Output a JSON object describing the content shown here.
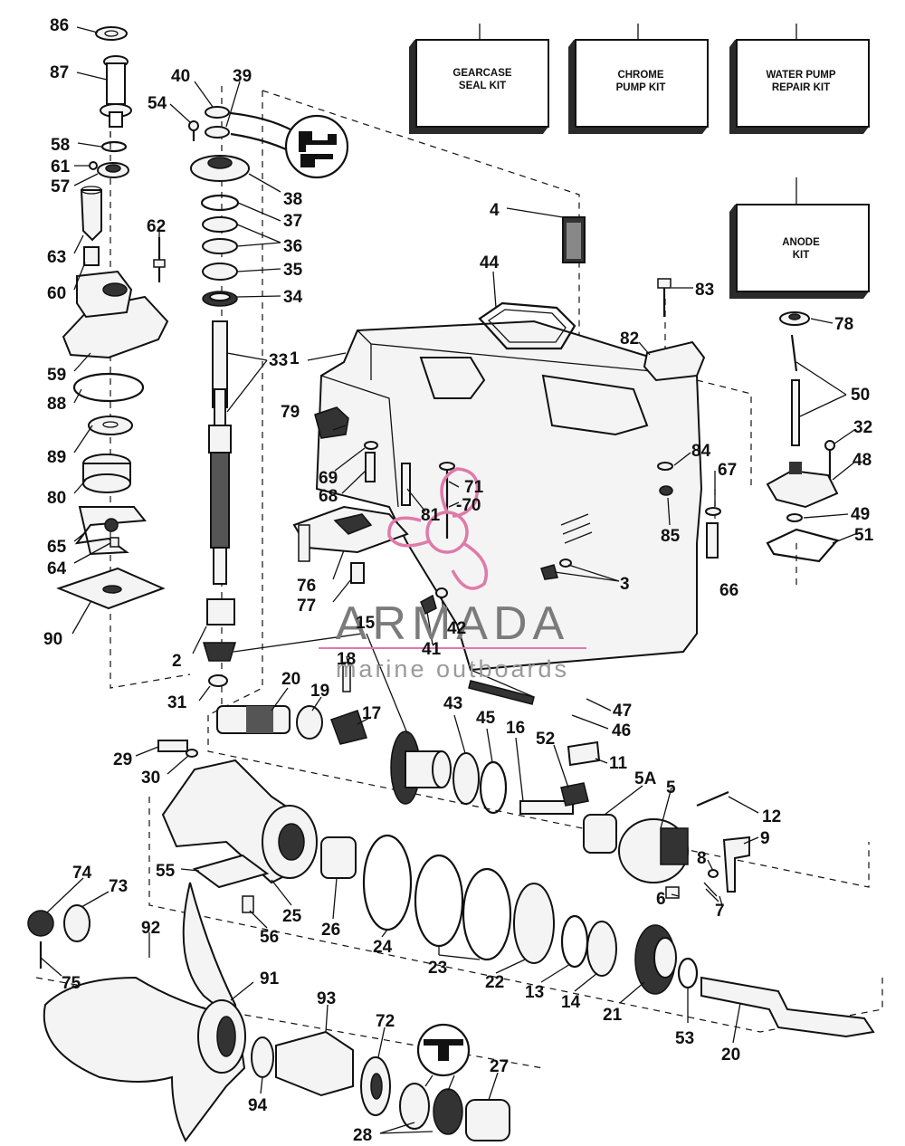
{
  "kits": [
    {
      "id": "97",
      "line1": "GEARCASE",
      "line2": "SEAL KIT"
    },
    {
      "id": "95",
      "line1": "CHROME",
      "line2": "PUMP KIT"
    },
    {
      "id": "98",
      "line1": "WATER PUMP",
      "line2": "REPAIR KIT"
    },
    {
      "id": "96",
      "line1": "ANODE",
      "line2": "KIT"
    }
  ],
  "callouts": [
    {
      "id": "c86",
      "label": "86"
    },
    {
      "id": "c87",
      "label": "87"
    },
    {
      "id": "c40",
      "label": "40"
    },
    {
      "id": "c39",
      "label": "39"
    },
    {
      "id": "c54",
      "label": "54"
    },
    {
      "id": "c58",
      "label": "58"
    },
    {
      "id": "c61",
      "label": "61"
    },
    {
      "id": "c57",
      "label": "57"
    },
    {
      "id": "c38",
      "label": "38"
    },
    {
      "id": "c37",
      "label": "37"
    },
    {
      "id": "c36",
      "label": "36"
    },
    {
      "id": "c63",
      "label": "63"
    },
    {
      "id": "c62",
      "label": "62"
    },
    {
      "id": "c35",
      "label": "35"
    },
    {
      "id": "c60",
      "label": "60"
    },
    {
      "id": "c34",
      "label": "34"
    },
    {
      "id": "c4",
      "label": "4"
    },
    {
      "id": "c44",
      "label": "44"
    },
    {
      "id": "c83",
      "label": "83"
    },
    {
      "id": "c78",
      "label": "78"
    },
    {
      "id": "c59",
      "label": "59"
    },
    {
      "id": "c82",
      "label": "82"
    },
    {
      "id": "c1",
      "label": "1"
    },
    {
      "id": "c33",
      "label": "33"
    },
    {
      "id": "c50",
      "label": "50"
    },
    {
      "id": "c88",
      "label": "88"
    },
    {
      "id": "c79",
      "label": "79"
    },
    {
      "id": "c89",
      "label": "89"
    },
    {
      "id": "c32",
      "label": "32"
    },
    {
      "id": "c84",
      "label": "84"
    },
    {
      "id": "c48",
      "label": "48"
    },
    {
      "id": "c67",
      "label": "67"
    },
    {
      "id": "c69",
      "label": "69"
    },
    {
      "id": "c71",
      "label": "71"
    },
    {
      "id": "c80",
      "label": "80"
    },
    {
      "id": "c68",
      "label": "68"
    },
    {
      "id": "c70",
      "label": "-70"
    },
    {
      "id": "c81",
      "label": "81"
    },
    {
      "id": "c49",
      "label": "49"
    },
    {
      "id": "c85",
      "label": "85"
    },
    {
      "id": "c51",
      "label": "51"
    },
    {
      "id": "c65",
      "label": "65"
    },
    {
      "id": "c64",
      "label": "64"
    },
    {
      "id": "c3",
      "label": "3"
    },
    {
      "id": "c76",
      "label": "76"
    },
    {
      "id": "c66",
      "label": "66"
    },
    {
      "id": "c77",
      "label": "77"
    },
    {
      "id": "c42",
      "label": "42"
    },
    {
      "id": "c90",
      "label": "90"
    },
    {
      "id": "c15",
      "label": "15"
    },
    {
      "id": "c41",
      "label": "41"
    },
    {
      "id": "c2",
      "label": "2"
    },
    {
      "id": "c18",
      "label": "18"
    },
    {
      "id": "c31",
      "label": "31"
    },
    {
      "id": "c20a",
      "label": "20"
    },
    {
      "id": "c19",
      "label": "19"
    },
    {
      "id": "c43",
      "label": "43"
    },
    {
      "id": "c47",
      "label": "47"
    },
    {
      "id": "c17",
      "label": "17"
    },
    {
      "id": "c45",
      "label": "45"
    },
    {
      "id": "c16",
      "label": "16"
    },
    {
      "id": "c46",
      "label": "46"
    },
    {
      "id": "c52",
      "label": "52"
    },
    {
      "id": "c11",
      "label": "11"
    },
    {
      "id": "c29",
      "label": "29"
    },
    {
      "id": "c30",
      "label": "30"
    },
    {
      "id": "c5a",
      "label": "5A"
    },
    {
      "id": "c5",
      "label": "5"
    },
    {
      "id": "c12",
      "label": "12"
    },
    {
      "id": "c9",
      "label": "9"
    },
    {
      "id": "c55",
      "label": "55"
    },
    {
      "id": "c8",
      "label": "8"
    },
    {
      "id": "c74",
      "label": "74"
    },
    {
      "id": "c73",
      "label": "73"
    },
    {
      "id": "c6",
      "label": "6"
    },
    {
      "id": "c7",
      "label": "7"
    },
    {
      "id": "c25",
      "label": "25"
    },
    {
      "id": "c56",
      "label": "56"
    },
    {
      "id": "c26",
      "label": "26"
    },
    {
      "id": "c92",
      "label": "92"
    },
    {
      "id": "c24",
      "label": "24"
    },
    {
      "id": "c23",
      "label": "23"
    },
    {
      "id": "c22",
      "label": "22"
    },
    {
      "id": "c75",
      "label": "75"
    },
    {
      "id": "c13",
      "label": "13"
    },
    {
      "id": "c91",
      "label": "91"
    },
    {
      "id": "c14",
      "label": "14"
    },
    {
      "id": "c21",
      "label": "21"
    },
    {
      "id": "c53",
      "label": "53"
    },
    {
      "id": "c93",
      "label": "93"
    },
    {
      "id": "c72",
      "label": "72"
    },
    {
      "id": "c20b",
      "label": "20"
    },
    {
      "id": "c27",
      "label": "27"
    },
    {
      "id": "c94",
      "label": "94"
    },
    {
      "id": "c28",
      "label": "28"
    }
  ],
  "watermark": {
    "brand": "ARMADA",
    "tagline": "marine outboards",
    "color": "#e07aa8"
  }
}
